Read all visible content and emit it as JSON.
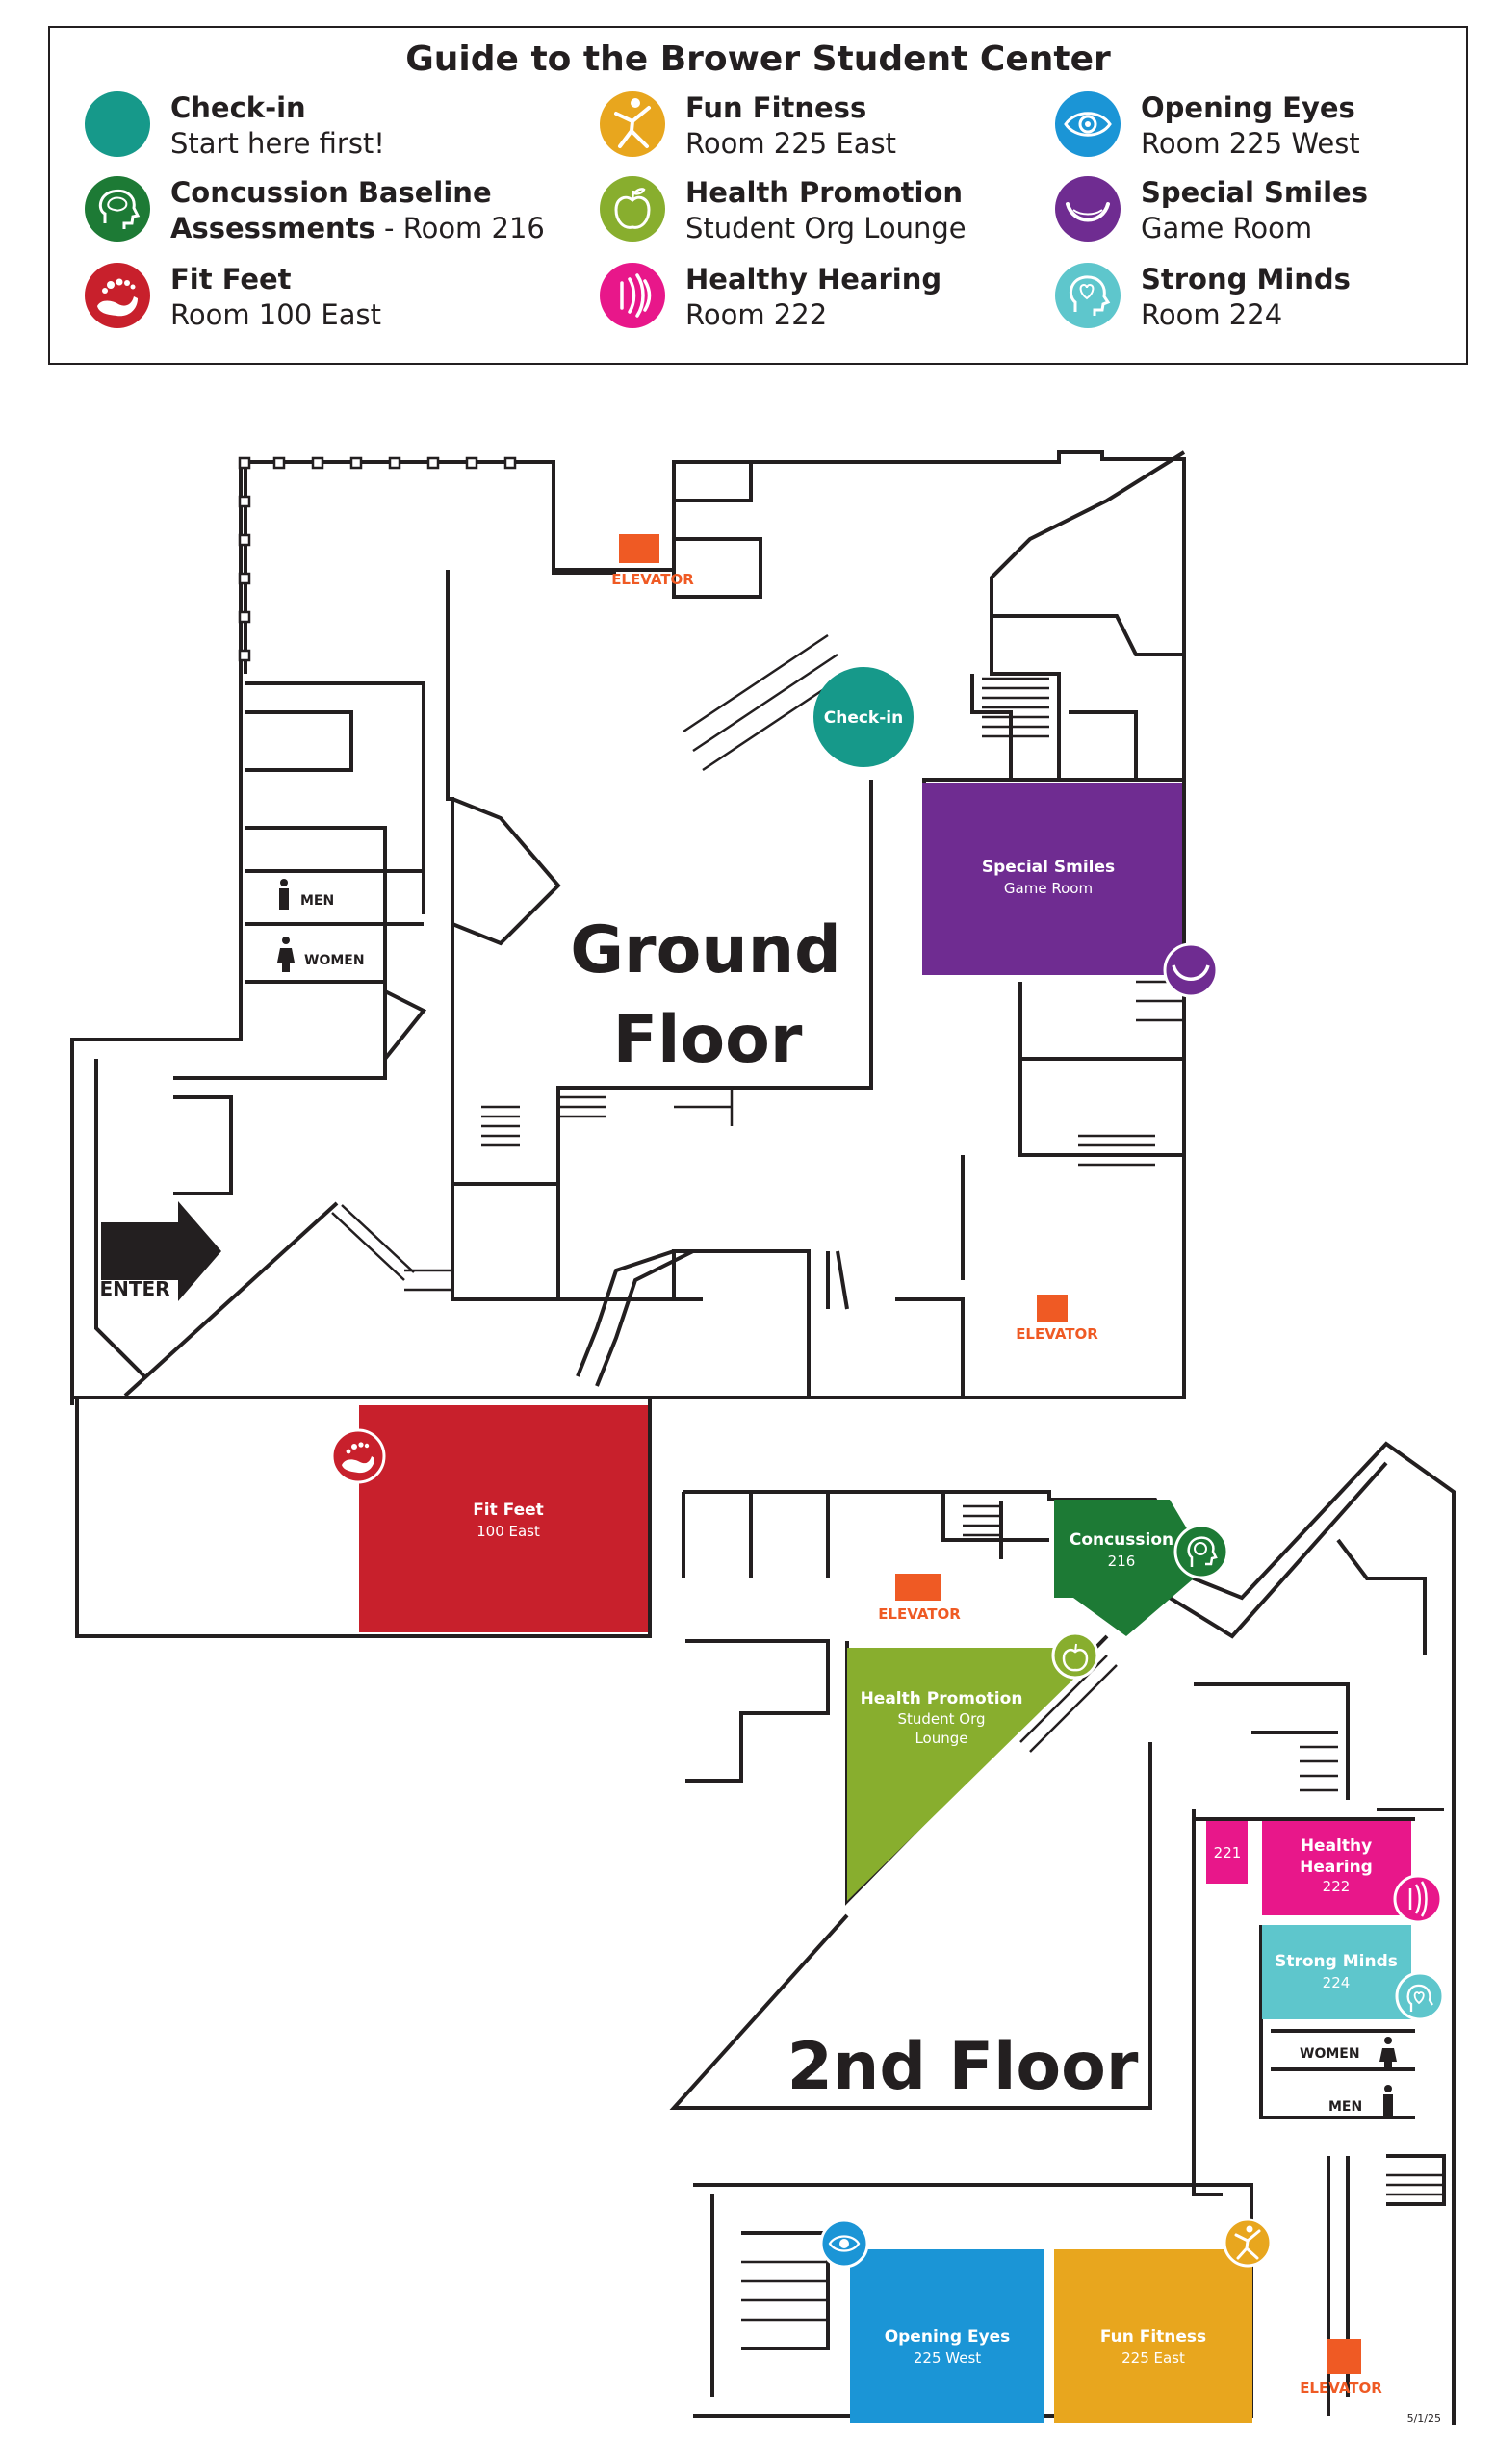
{
  "legend": {
    "title": "Guide to the Brower Student Center",
    "items": [
      {
        "name": "Check-in",
        "detail": "Start here first!",
        "color": "#16998a",
        "icon": "plain-circle-icon"
      },
      {
        "name": "Concussion Baseline",
        "name2": "Assessments",
        "detail": " - Room 216",
        "color": "#1d7a35",
        "icon": "brain-head-icon"
      },
      {
        "name": "Fit Feet",
        "detail": "Room 100 East",
        "color": "#c8202c",
        "icon": "footprint-icon"
      },
      {
        "name": "Fun Fitness",
        "detail": "Room 225 East",
        "color": "#e8a61e",
        "icon": "stick-figure-icon"
      },
      {
        "name": "Health Promotion",
        "detail": "Student Org Lounge",
        "color": "#88ae2e",
        "icon": "apple-icon"
      },
      {
        "name": "Healthy Hearing",
        "detail": "Room 222",
        "color": "#e8178a",
        "icon": "sound-waves-icon"
      },
      {
        "name": "Opening Eyes",
        "detail": "Room 225 West",
        "color": "#1b95d6",
        "icon": "eye-icon"
      },
      {
        "name": "Special Smiles",
        "detail": "Game Room",
        "color": "#6f2c91",
        "icon": "smile-icon"
      },
      {
        "name": "Strong Minds",
        "detail": "Room 224",
        "color": "#5ec6cc",
        "icon": "heart-head-icon"
      }
    ]
  },
  "map": {
    "ground_floor": {
      "line1": "Ground",
      "line2": "Floor"
    },
    "second_floor": "2nd Floor",
    "enter": "ENTER",
    "elevator": "ELEVATOR",
    "men": "MEN",
    "women": "WOMEN",
    "rooms": {
      "checkin": {
        "label": "Check-in",
        "color": "#16998a"
      },
      "special_smiles": {
        "label": "Special Smiles",
        "sub": "Game Room",
        "color": "#6f2c91"
      },
      "fit_feet": {
        "label": "Fit Feet",
        "sub": "100 East",
        "color": "#c8202c"
      },
      "concussion": {
        "label": "Concussion",
        "sub": "216",
        "color": "#1d7a35"
      },
      "health_promotion": {
        "label": "Health Promotion",
        "sub1": "Student Org",
        "sub2": "Lounge",
        "color": "#88ae2e"
      },
      "room221": {
        "label": "221",
        "color": "#e8178a"
      },
      "healthy_hearing": {
        "label1": "Healthy",
        "label2": "Hearing",
        "sub": "222",
        "color": "#e8178a"
      },
      "strong_minds": {
        "label": "Strong Minds",
        "sub": "224",
        "color": "#5ec6cc"
      },
      "opening_eyes": {
        "label": "Opening Eyes",
        "sub": "225 West",
        "color": "#1b95d6"
      },
      "fun_fitness": {
        "label": "Fun Fitness",
        "sub": "225 East",
        "color": "#e8a61e"
      }
    },
    "elevator_color": "#ef5a24",
    "date": "5/1/25"
  }
}
